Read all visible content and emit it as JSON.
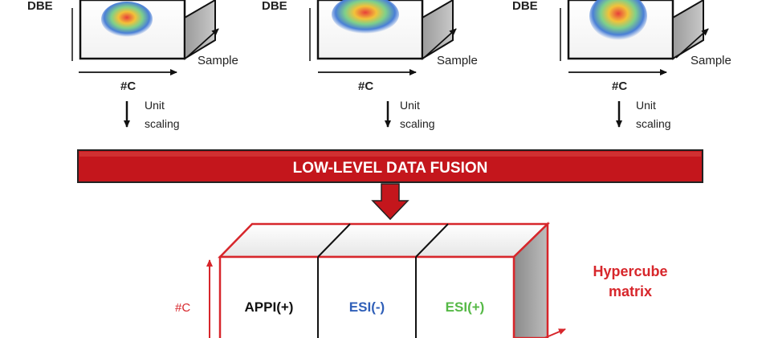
{
  "panels": [
    {
      "dbe": "DBE",
      "sample": "Sample",
      "axis": "#C",
      "step1": "Unit",
      "step2": "scaling"
    },
    {
      "dbe": "DBE",
      "sample": "Sample",
      "axis": "#C",
      "step1": "Unit",
      "step2": "scaling"
    },
    {
      "dbe": "DBE",
      "sample": "Sample",
      "axis": "#C",
      "step1": "Unit",
      "step2": "scaling"
    }
  ],
  "fusion": {
    "label": "LOW-LEVEL DATA FUSION"
  },
  "hypercube": {
    "title_line1": "Hypercube",
    "title_line2": "matrix",
    "axis": "#C",
    "blocks": [
      "APPI(+)",
      "ESI(-)",
      "ESI(+)"
    ]
  },
  "colors": {
    "fusion_bar": "#c4161c",
    "cube_edge": "#d7262b",
    "block1": "#111111",
    "block2": "#2f5fb8",
    "block3": "#56b947",
    "hypercube_title": "#d7262b"
  }
}
